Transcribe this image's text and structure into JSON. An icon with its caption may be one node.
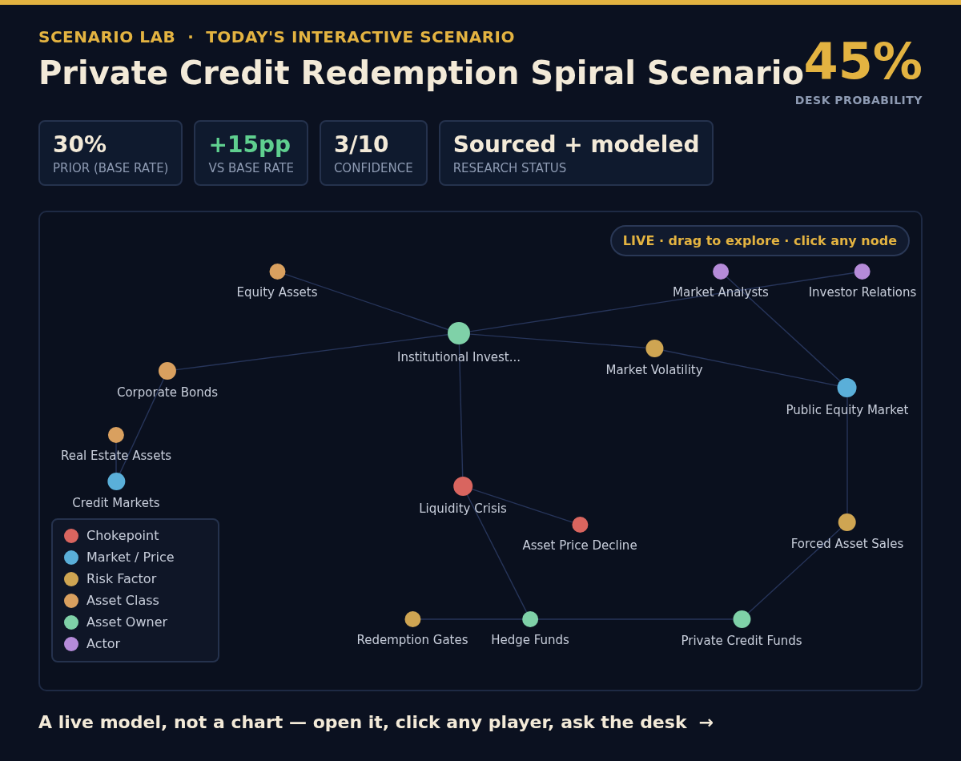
{
  "diagram": {
    "title": "Private Credit Redemption Spiral Scenario",
    "nodes": [
      {
        "text": [
          "Equity Assets"
        ]
      },
      {
        "text": [
          "Market Analysts"
        ]
      },
      {
        "text": [
          "Investor Relations"
        ]
      },
      {
        "text": [
          "Institutional Invest..."
        ]
      },
      {
        "text": [
          "Market Volatility"
        ]
      },
      {
        "text": [
          "Corporate Bonds"
        ]
      },
      {
        "text": [
          "Public Equity Market"
        ]
      },
      {
        "text": [
          "Real Estate Assets"
        ]
      },
      {
        "text": [
          "Credit Markets"
        ]
      },
      {
        "text": [
          "Liquidity Crisis"
        ]
      },
      {
        "text": [
          "Asset Price Decline"
        ]
      },
      {
        "text": [
          "Forced Asset Sales"
        ]
      },
      {
        "text": [
          "Redemption Gates"
        ]
      },
      {
        "text": [
          "Hedge Funds"
        ]
      },
      {
        "text": [
          "Private Credit Funds"
        ]
      },
      {
        "text": [
          "30%",
          "PRIOR (BASE RATE)"
        ]
      },
      {
        "text": [
          "+15pp",
          "VS BASE RATE"
        ]
      },
      {
        "text": [
          "3/10",
          "CONFIDENCE"
        ]
      },
      {
        "text": [
          "Sourced + modeled",
          "RESEARCH STATUS"
        ]
      },
      {
        "text": [
          "LIVE · drag to explore · click any node"
        ]
      }
    ],
    "edges": [
      {
        "from": 0,
        "to": 3,
        "arrow": "none"
      },
      {
        "from": 3,
        "to": 2,
        "arrow": "none"
      },
      {
        "from": 3,
        "to": 4,
        "arrow": "none"
      },
      {
        "from": 4,
        "to": 6,
        "arrow": "none"
      },
      {
        "from": 1,
        "to": 6,
        "arrow": "none"
      },
      {
        "from": 5,
        "to": 3,
        "arrow": "none"
      },
      {
        "from": 5,
        "to": 8,
        "arrow": "none"
      },
      {
        "from": 7,
        "to": 8,
        "arrow": "none"
      },
      {
        "from": 3,
        "to": 9,
        "arrow": "none"
      },
      {
        "from": 9,
        "to": 10,
        "arrow": "none"
      },
      {
        "from": 9,
        "to": 13,
        "arrow": "none"
      },
      {
        "from": 12,
        "to": 13,
        "arrow": "none"
      },
      {
        "from": 13,
        "to": 14,
        "arrow": "none"
      },
      {
        "from": 14,
        "to": 11,
        "arrow": "none"
      },
      {
        "from": 6,
        "to": 11,
        "arrow": "none"
      }
    ],
    "labels": [
      "SCENARIO LAB  ·  TODAY'S INTERACTIVE SCENARIO",
      "45%",
      "DESK PROBABILITY",
      "A live model, not a chart — open it, click any player, ask the desk  →"
    ],
    "legend": [
      {
        "text": "Chokepoint",
        "color": "#d9655f"
      },
      {
        "text": "Market / Price",
        "color": "#5aafd9"
      },
      {
        "text": "Risk Factor",
        "color": "#cfa552"
      },
      {
        "text": "Asset Class",
        "color": "#d9a05f"
      },
      {
        "text": "Asset Owner",
        "color": "#7fd1a8"
      },
      {
        "text": "Actor",
        "color": "#b58bd9"
      }
    ]
  }
}
